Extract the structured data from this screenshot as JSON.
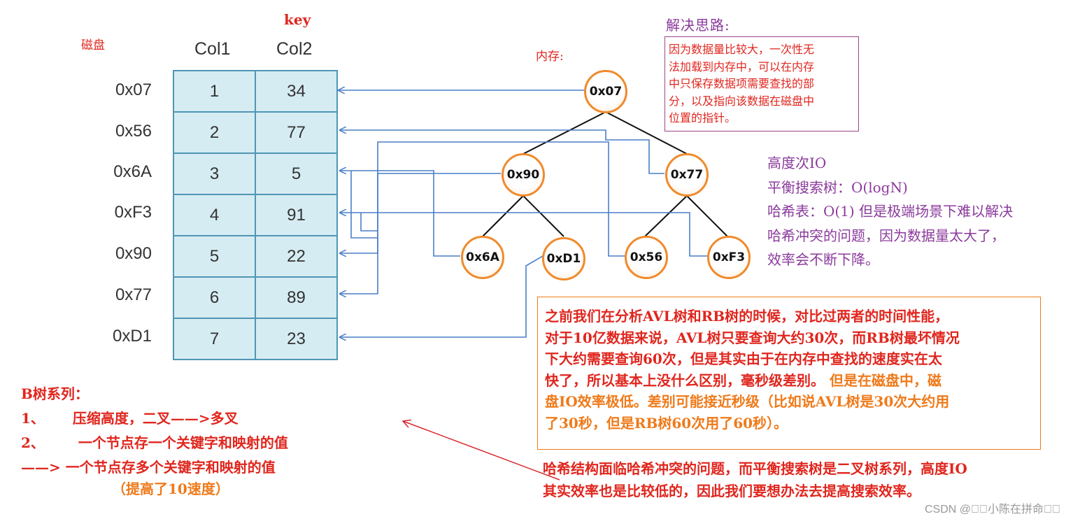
{
  "labels": {
    "disk": "磁盘",
    "key": "key",
    "memory": "内存:",
    "col1": "Col1",
    "col2": "Col2"
  },
  "rows": [
    {
      "addr": "0x07",
      "c1": "1",
      "c2": "34"
    },
    {
      "addr": "0x56",
      "c1": "2",
      "c2": "77"
    },
    {
      "addr": "0x6A",
      "c1": "3",
      "c2": "5"
    },
    {
      "addr": "0xF3",
      "c1": "4",
      "c2": "91"
    },
    {
      "addr": "0x90",
      "c1": "5",
      "c2": "22"
    },
    {
      "addr": "0x77",
      "c1": "6",
      "c2": "89"
    },
    {
      "addr": "0xD1",
      "c1": "7",
      "c2": "23"
    }
  ],
  "nodes": {
    "root": "0x07",
    "n90": "0x90",
    "n77": "0x77",
    "n6A": "0x6A",
    "nD1": "0xD1",
    "n56": "0x56",
    "nF3": "0xF3"
  },
  "solution": {
    "title": "解决思路:",
    "lines": [
      "因为数据量比较大，一次性无",
      "法加载到内存中，可以在内存",
      "中只保存数据项需要查找的部",
      "分，以及指向该数据在磁盘中",
      "位置的指针。"
    ]
  },
  "complexity": {
    "lines": [
      "高度次IO",
      "平衡搜索树：O(logN)",
      "哈希表：O(1) 但是极端场景下难以解决",
      "哈希冲突的问题，因为数据量太大了，",
      "效率会不断下降。"
    ]
  },
  "compare": {
    "red_lines": [
      "之前我们在分析AVL树和RB树的时候，对比过两者的时间性能，",
      "对于10亿数据来说，AVL树只要查询大约30次，而RB树最坏情况",
      "下大约需要查询60次，但是其实由于在内存中查找的速度实在太"
    ],
    "line4_red": "快了，所以基本上没什么区别，毫秒级差别。",
    "line4_orange": "但是在磁盘中，磁",
    "orange_lines": [
      "盘IO效率极低。差别可能接近秒级（比如说AVL树是30次大约用",
      "了30秒，但是RB树60次用了60秒）。"
    ]
  },
  "btree": {
    "title": "B树系列：",
    "item1_num": "1、",
    "item1_text": "压缩高度，二叉——>多叉",
    "item2_num": "2、",
    "item2_text": "一个节点存一个关键字和映射的值",
    "item3_text": "——> 一个节点存多个关键字和映射的值",
    "note": "（提高了10速度）"
  },
  "bottom": {
    "lines": [
      "哈希结构面临哈希冲突的问题，而平衡搜索树是二叉树系列，高度IO",
      "其实效率也是比较低的，因此我们要想办法去提高搜索效率。"
    ]
  },
  "watermark": "CSDN @\u0000\u0000小陈在拼命\u0000\u0000",
  "colors": {
    "red": "#e0261e",
    "purple": "#8b3a9c",
    "orange": "#ef7a1a",
    "blue": "#4a7fc8",
    "node_border": "#f08a2c"
  }
}
